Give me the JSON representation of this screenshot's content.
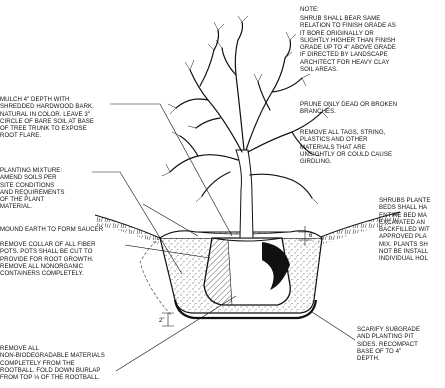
{
  "notes": {
    "note_header": "NOTE:",
    "shrub_grade": "SHRUB SHALL BEAR SAME\nRELATION TO FINISH GRADE AS\nIT BORE ORIGINALLY OR\nSLIGHTLY HIGHER THAN FINISH\nGRADE UP TO 4\" ABOVE GRADE\nIF DIRECTED BY LANDSCAPE\nARCHITECT FOR HEAVY CLAY\nSOIL AREAS.",
    "prune": "PRUNE ONLY DEAD OR BROKEN\nBRANCHES.",
    "remove_tags": "REMOVE ALL TAGS, STRING,\nPLASTICS AND OTHER\nMATERIALS THAT ARE\nUNSIGHTLY OR COULD CAUSE\nGIRDLING.",
    "shrub_beds": "SHRUBS PLANTE\nBEDS SHALL HA\nENTIRE BED MA\nEXCAVATED AN\nBACKFILLED WIT\nAPPROVED PLA\nMIX. PLANTS SH\nNOT BE INSTALL\nINDIVIDUAL HOL",
    "scarify": "SCARIFY SUBGRADE\nAND PLANTING PIT\nSIDES. RECOMPACT\nBASE OF  TO 4\"\nDEPTH.",
    "mulch": "MULCH 4\" DEPTH WITH\nSHREDDED HARDWOOD BARK.\nNATURAL IN COLOR. LEAVE 3\"\nCIRCLE OF BARE SOIL AT BASE\nOF TREE TRUNK TO EXPOSE\nROOT FLARE.",
    "planting_mix": "PLANTING MIXTURE:\nAMEND SOILS PER\nSITE CONDITIONS\nAND REQUIREMENTS\nOF THE PLANT\nMATERIAL.",
    "saucer": "MOUND EARTH TO FORM SAUCER",
    "collar": "REMOVE COLLAR OF ALL FIBER\nPOTS. POTS SHALL BE CUT TO\nPROVIDE FOR ROOT GROWTH.\nREMOVE ALL NONORGANIC\nCONTAINERS COMPLETELY.",
    "burlap": "REMOVE ALL\nNON-BIODEGRADABLE MATERIALS\nCOMPLETELY FROM THE\nROOTBALL. FOLD DOWN BURLAP\nFROM TOP ⅓ OF THE ROOTBALL.",
    "dim_6": "6\"",
    "dim_2": "2\""
  }
}
